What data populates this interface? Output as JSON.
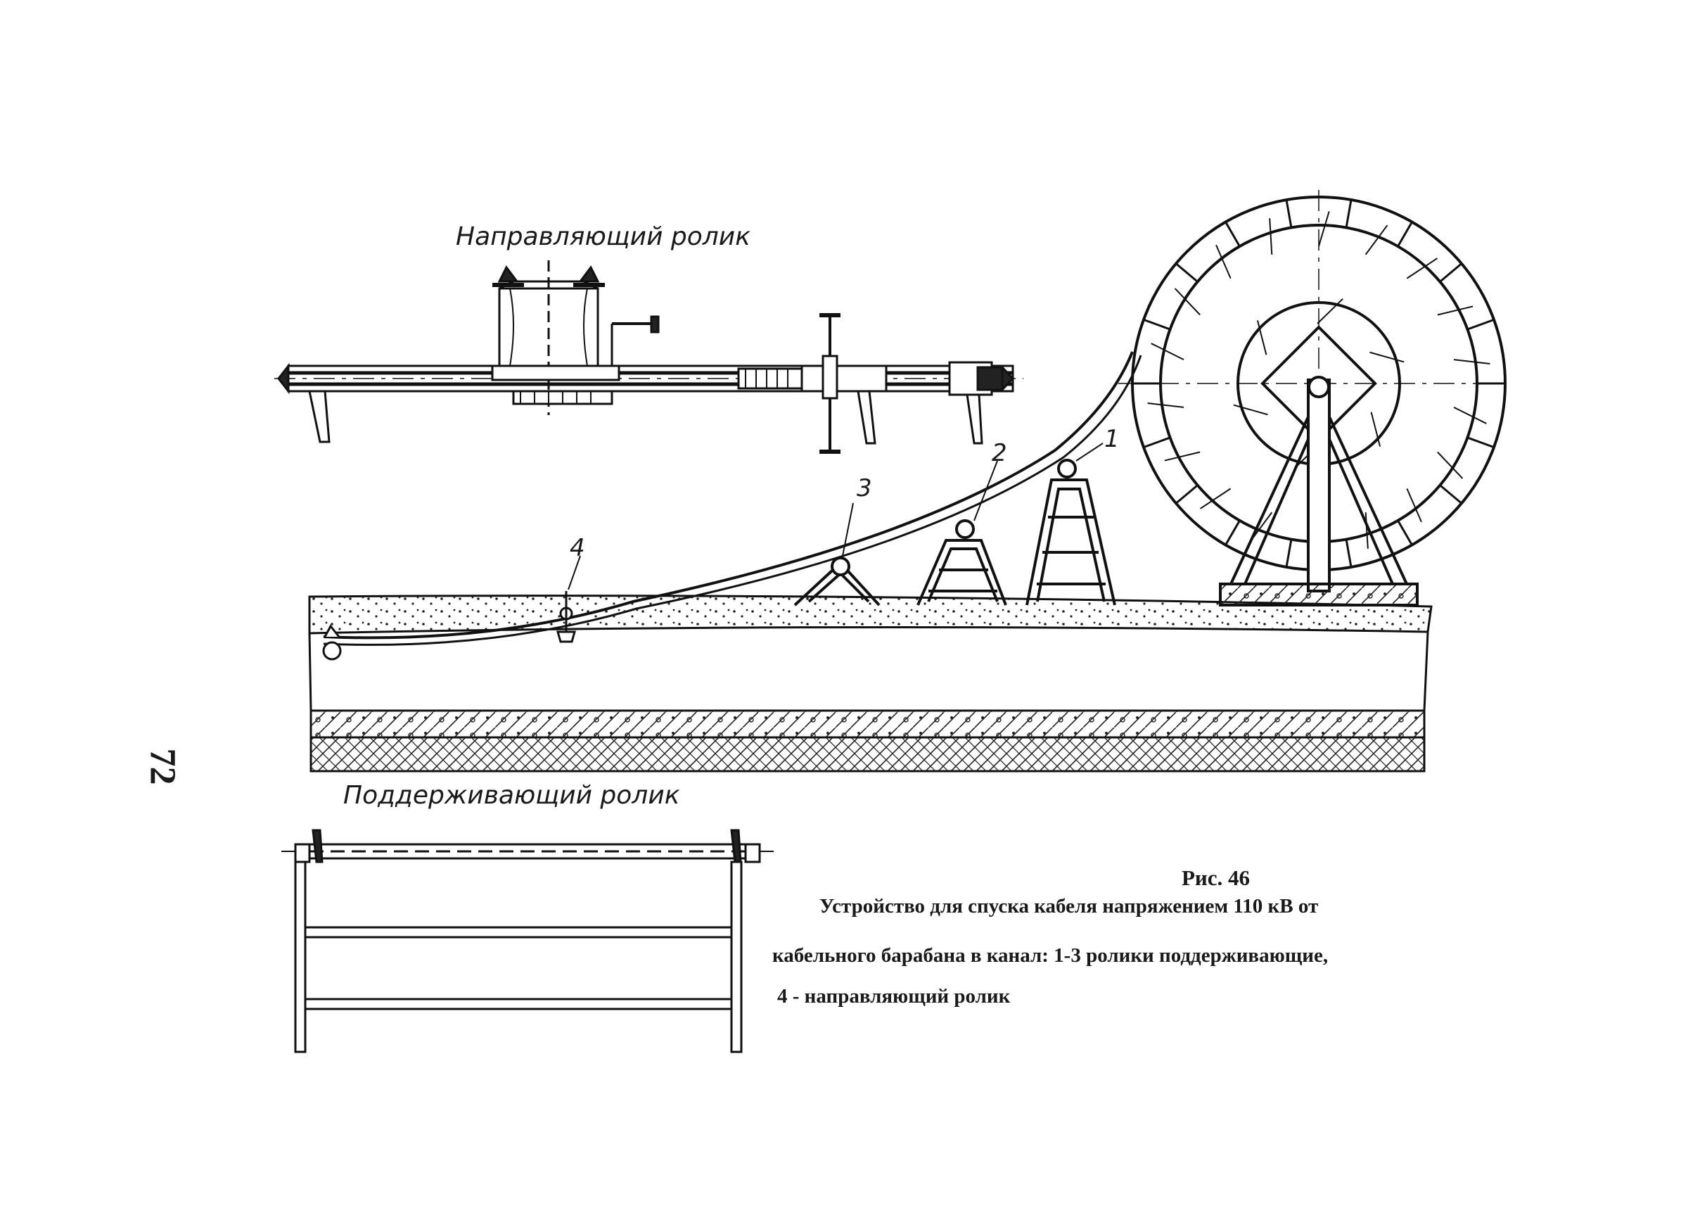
{
  "page_number": "72",
  "labels": {
    "guide_roller": "Направляющий ролик",
    "support_roller": "Поддерживающий ролик"
  },
  "callouts": [
    "1",
    "2",
    "3",
    "4"
  ],
  "caption": {
    "figure": "Рис. 46",
    "line1": "Устройство для спуска кабеля напряжением 110 кВ от",
    "line2": "кабельного барабана в канал: 1-3 ролики поддерживающие,",
    "line3": "4 - направляющий ролик"
  }
}
